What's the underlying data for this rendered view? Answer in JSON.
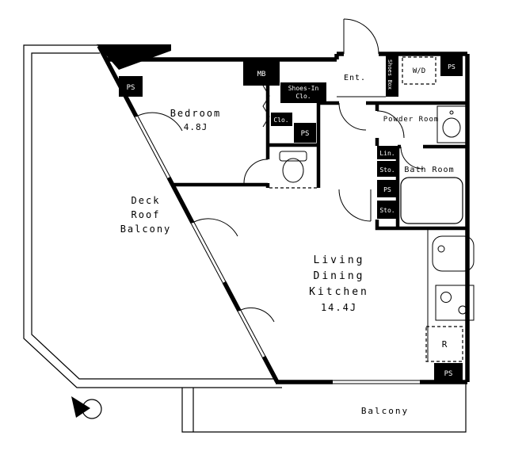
{
  "colors": {
    "wall": "#000000",
    "background": "#ffffff"
  },
  "rooms": {
    "bedroom": {
      "name": "Bedroom",
      "size": "4.8J"
    },
    "ldk": {
      "line1": "Living",
      "line2": "Dining",
      "line3": "Kitchen",
      "size": "14.4J"
    },
    "deck": {
      "line1": "Deck",
      "line2": "Roof",
      "line3": "Balcony"
    },
    "powder_room": "Powder Room",
    "bath_room": "Bath Room",
    "entrance": "Ent.",
    "balcony": "Balcony"
  },
  "labels": {
    "mb": "MB",
    "wd": "W/D",
    "shoes_in_line1": "Shoes-In",
    "shoes_in_line2": "Clo.",
    "shoes_box": "Shoes Box",
    "clo": "Clo.",
    "lin": "Lin.",
    "sto_upper": "Sto.",
    "sto_lower": "Sto.",
    "refrigerator": "R",
    "ps_bedroom": "PS",
    "ps_hall": "PS",
    "ps_top_right": "PS",
    "ps_middle_right": "PS",
    "ps_bottom_right": "PS"
  }
}
